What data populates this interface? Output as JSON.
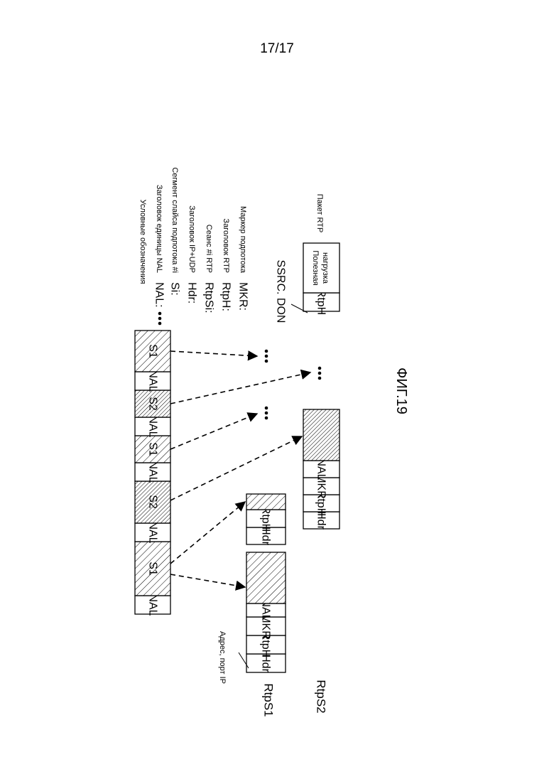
{
  "page_number": "17/17",
  "figure": {
    "caption": "ФИГ.19",
    "legend": {
      "title": "Условные обозначения",
      "items": [
        {
          "abbr": "NAL:",
          "desc": "Заголовок единицы NAL"
        },
        {
          "abbr": "Si:",
          "desc": "Сегмент слайса подпотока #i"
        },
        {
          "abbr": "Hdr:",
          "desc": "Заголовок IP+UDP"
        },
        {
          "abbr": "RtpSi:",
          "desc": "Сеанс #i RTP"
        },
        {
          "abbr": "RtpH:",
          "desc": "Заголовок RTP"
        },
        {
          "abbr": "MKR:",
          "desc": "Маркер подпотока"
        }
      ]
    },
    "bitstream": [
      "NAL",
      "S1",
      "NAL",
      "S2",
      "NAL",
      "S1",
      "NAL",
      "S2",
      "NAL",
      "S1"
    ],
    "ellipsis": "…",
    "packets": {
      "rtps1_label": "RtpS1",
      "rtps2_label": "RtpS2",
      "address_annotation": "Адрес, порт IP",
      "rtps1_packet_a": [
        "Hdr",
        "RtpH",
        "MKR",
        "NAL"
      ],
      "rtps1_packet_b": [
        "Hdr",
        "RtpH"
      ],
      "rtps2_packet_a": [
        "Hdr",
        "RtpH",
        "MKR",
        "NAL"
      ]
    },
    "rtp_packet_example": {
      "header": "RtpH",
      "payload_line1": "Полезная",
      "payload_line2": "нагрузка",
      "label": "Пакет RTP",
      "ssrc_label": "SSRC. DON"
    }
  }
}
